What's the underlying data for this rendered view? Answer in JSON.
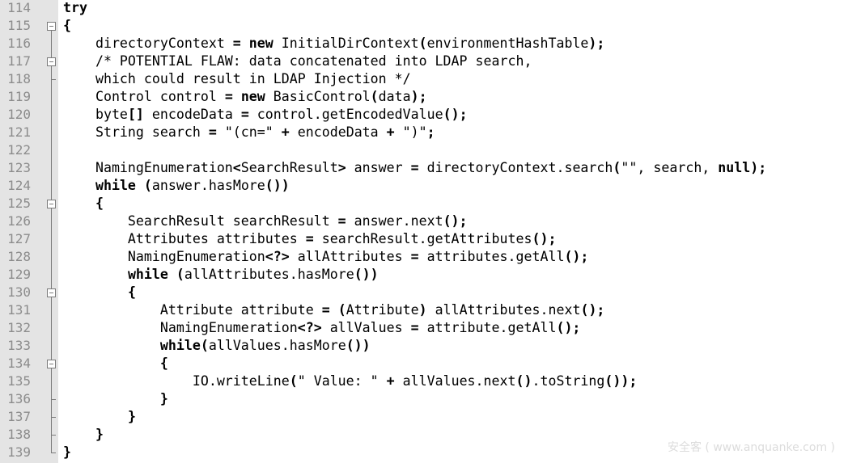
{
  "editor": {
    "lines": [
      {
        "number": "114",
        "fold": "none",
        "text": [
          {
            "t": "try",
            "c": "kw"
          }
        ]
      },
      {
        "number": "115",
        "fold": "open",
        "text": [
          {
            "t": "{",
            "c": "op"
          }
        ]
      },
      {
        "number": "116",
        "fold": "line",
        "text": [
          {
            "t": "    directoryContext "
          },
          {
            "t": "=",
            "c": "op"
          },
          {
            "t": " "
          },
          {
            "t": "new",
            "c": "kw"
          },
          {
            "t": " InitialDirContext"
          },
          {
            "t": "(",
            "c": "op"
          },
          {
            "t": "environmentHashTable"
          },
          {
            "t": ");",
            "c": "op"
          }
        ]
      },
      {
        "number": "117",
        "fold": "open",
        "text": [
          {
            "t": "    /* POTENTIAL FLAW: data concatenated into LDAP search,",
            "c": "cm"
          }
        ]
      },
      {
        "number": "118",
        "fold": "end",
        "text": [
          {
            "t": "    which could result in LDAP Injection */",
            "c": "cm"
          }
        ]
      },
      {
        "number": "119",
        "fold": "line",
        "text": [
          {
            "t": "    Control control "
          },
          {
            "t": "=",
            "c": "op"
          },
          {
            "t": " "
          },
          {
            "t": "new",
            "c": "kw"
          },
          {
            "t": " BasicControl"
          },
          {
            "t": "(",
            "c": "op"
          },
          {
            "t": "data"
          },
          {
            "t": ");",
            "c": "op"
          }
        ]
      },
      {
        "number": "120",
        "fold": "line",
        "text": [
          {
            "t": "    byte"
          },
          {
            "t": "[]",
            "c": "op"
          },
          {
            "t": " encodeData "
          },
          {
            "t": "=",
            "c": "op"
          },
          {
            "t": " control.getEncodedValue"
          },
          {
            "t": "();",
            "c": "op"
          }
        ]
      },
      {
        "number": "121",
        "fold": "line",
        "text": [
          {
            "t": "    String search "
          },
          {
            "t": "=",
            "c": "op"
          },
          {
            "t": " \"(cn=\" "
          },
          {
            "t": "+",
            "c": "op"
          },
          {
            "t": " encodeData "
          },
          {
            "t": "+",
            "c": "op"
          },
          {
            "t": " \")\""
          },
          {
            "t": ";",
            "c": "op"
          }
        ]
      },
      {
        "number": "122",
        "fold": "line",
        "text": [
          {
            "t": ""
          }
        ]
      },
      {
        "number": "123",
        "fold": "line",
        "text": [
          {
            "t": "    NamingEnumeration"
          },
          {
            "t": "<",
            "c": "op"
          },
          {
            "t": "SearchResult"
          },
          {
            "t": ">",
            "c": "op"
          },
          {
            "t": " answer "
          },
          {
            "t": "=",
            "c": "op"
          },
          {
            "t": " directoryContext.search"
          },
          {
            "t": "(",
            "c": "op"
          },
          {
            "t": "\"\", search, "
          },
          {
            "t": "null",
            "c": "kw"
          },
          {
            "t": ");",
            "c": "op"
          }
        ]
      },
      {
        "number": "124",
        "fold": "line",
        "text": [
          {
            "t": "    "
          },
          {
            "t": "while",
            "c": "kw"
          },
          {
            "t": " "
          },
          {
            "t": "(",
            "c": "op"
          },
          {
            "t": "answer.hasMore"
          },
          {
            "t": "())",
            "c": "op"
          }
        ]
      },
      {
        "number": "125",
        "fold": "open",
        "text": [
          {
            "t": "    "
          },
          {
            "t": "{",
            "c": "op"
          }
        ]
      },
      {
        "number": "126",
        "fold": "line",
        "text": [
          {
            "t": "        SearchResult searchResult "
          },
          {
            "t": "=",
            "c": "op"
          },
          {
            "t": " answer.next"
          },
          {
            "t": "();",
            "c": "op"
          }
        ]
      },
      {
        "number": "127",
        "fold": "line",
        "text": [
          {
            "t": "        Attributes attributes "
          },
          {
            "t": "=",
            "c": "op"
          },
          {
            "t": " searchResult.getAttributes"
          },
          {
            "t": "();",
            "c": "op"
          }
        ]
      },
      {
        "number": "128",
        "fold": "line",
        "text": [
          {
            "t": "        NamingEnumeration"
          },
          {
            "t": "<?>",
            "c": "op"
          },
          {
            "t": " allAttributes "
          },
          {
            "t": "=",
            "c": "op"
          },
          {
            "t": " attributes.getAll"
          },
          {
            "t": "();",
            "c": "op"
          }
        ]
      },
      {
        "number": "129",
        "fold": "line",
        "text": [
          {
            "t": "        "
          },
          {
            "t": "while",
            "c": "kw"
          },
          {
            "t": " "
          },
          {
            "t": "(",
            "c": "op"
          },
          {
            "t": "allAttributes.hasMore"
          },
          {
            "t": "())",
            "c": "op"
          }
        ]
      },
      {
        "number": "130",
        "fold": "open",
        "text": [
          {
            "t": "        "
          },
          {
            "t": "{",
            "c": "op"
          }
        ]
      },
      {
        "number": "131",
        "fold": "line",
        "text": [
          {
            "t": "            Attribute attribute "
          },
          {
            "t": "=",
            "c": "op"
          },
          {
            "t": " "
          },
          {
            "t": "(",
            "c": "op"
          },
          {
            "t": "Attribute"
          },
          {
            "t": ")",
            "c": "op"
          },
          {
            "t": " allAttributes.next"
          },
          {
            "t": "();",
            "c": "op"
          }
        ]
      },
      {
        "number": "132",
        "fold": "line",
        "text": [
          {
            "t": "            NamingEnumeration"
          },
          {
            "t": "<?>",
            "c": "op"
          },
          {
            "t": " allValues "
          },
          {
            "t": "=",
            "c": "op"
          },
          {
            "t": " attribute.getAll"
          },
          {
            "t": "();",
            "c": "op"
          }
        ]
      },
      {
        "number": "133",
        "fold": "line",
        "text": [
          {
            "t": "            "
          },
          {
            "t": "while",
            "c": "kw"
          },
          {
            "t": "(",
            "c": "op"
          },
          {
            "t": "allValues.hasMore"
          },
          {
            "t": "())",
            "c": "op"
          }
        ]
      },
      {
        "number": "134",
        "fold": "open",
        "text": [
          {
            "t": "            "
          },
          {
            "t": "{",
            "c": "op"
          }
        ]
      },
      {
        "number": "135",
        "fold": "line",
        "text": [
          {
            "t": "                IO.writeLine"
          },
          {
            "t": "(",
            "c": "op"
          },
          {
            "t": "\" Value: \" "
          },
          {
            "t": "+",
            "c": "op"
          },
          {
            "t": " allValues.next"
          },
          {
            "t": "()",
            "c": "op"
          },
          {
            "t": ".toString"
          },
          {
            "t": "());",
            "c": "op"
          }
        ]
      },
      {
        "number": "136",
        "fold": "end",
        "text": [
          {
            "t": "            "
          },
          {
            "t": "}",
            "c": "op"
          }
        ]
      },
      {
        "number": "137",
        "fold": "end",
        "text": [
          {
            "t": "        "
          },
          {
            "t": "}",
            "c": "op"
          }
        ]
      },
      {
        "number": "138",
        "fold": "end",
        "text": [
          {
            "t": "    "
          },
          {
            "t": "}",
            "c": "op"
          }
        ]
      },
      {
        "number": "139",
        "fold": "last",
        "text": [
          {
            "t": "}",
            "c": "op"
          }
        ]
      }
    ]
  },
  "watermark": "安全客 ( www.anquanke.com )",
  "colors": {
    "gutter_bg": "#e4e4e4",
    "line_number": "#8c8c8c",
    "code_text": "#000000",
    "fold_marker": "#7a7a7a"
  }
}
